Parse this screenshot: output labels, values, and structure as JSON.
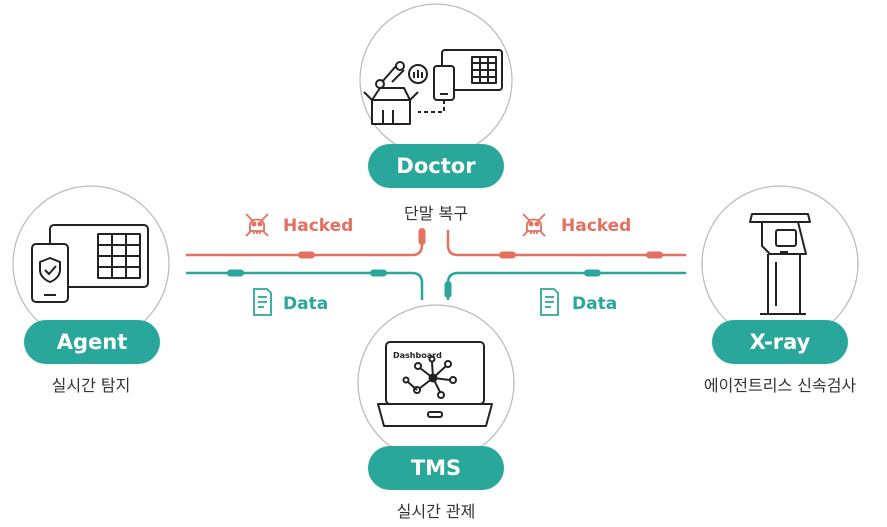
{
  "colors": {
    "teal": "#2aa79b",
    "coral": "#e4705f",
    "circle_border": "#bdbdbd",
    "icon_stroke": "#222222",
    "caption": "#333333"
  },
  "nodes": {
    "doctor": {
      "label": "Doctor",
      "caption": "단말 복구",
      "icon": "repair-kit-icon"
    },
    "agent": {
      "label": "Agent",
      "caption": "실시간 탐지",
      "icon": "device-shield-icon"
    },
    "xray": {
      "label": "X-ray",
      "caption": "에이전트리스 신속검사",
      "icon": "kiosk-icon"
    },
    "tms": {
      "label": "TMS",
      "caption": "실시간 관제",
      "icon": "laptop-dashboard-icon",
      "screen_label": "Dashboard"
    }
  },
  "flows": {
    "hacked_left": {
      "label": "Hacked",
      "icon": "skull-icon"
    },
    "hacked_right": {
      "label": "Hacked",
      "icon": "skull-icon"
    },
    "data_left": {
      "label": "Data",
      "icon": "document-icon"
    },
    "data_right": {
      "label": "Data",
      "icon": "document-icon"
    }
  }
}
